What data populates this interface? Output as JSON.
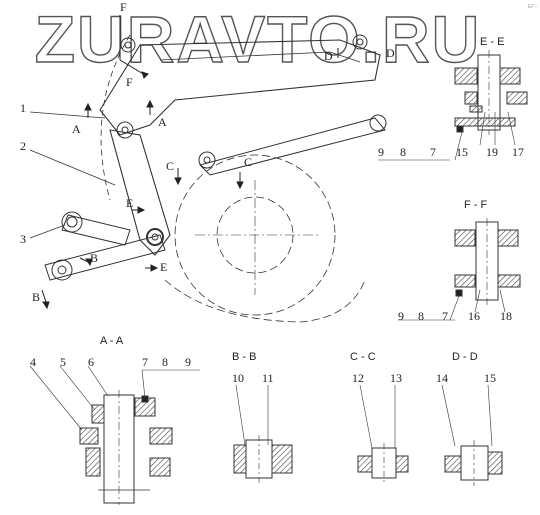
{
  "watermark": {
    "text": "ZURAVTO.RU",
    "corner_mark": "ЕГ◦◦"
  },
  "parts": {
    "p1": "1",
    "p2": "2",
    "p3": "3",
    "p4": "4",
    "p5": "5",
    "p6": "6",
    "p7": "7",
    "p8": "8",
    "p9": "9",
    "p10": "10",
    "p11": "11",
    "p12": "12",
    "p13": "13",
    "p14": "14",
    "p15": "15",
    "p16": "16",
    "p17": "17",
    "p18": "18",
    "p19": "19"
  },
  "sections": {
    "AA": "A - A",
    "BB": "B - B",
    "CC": "C - C",
    "DD": "D - D",
    "EE": "E - E",
    "FF": "F - F"
  },
  "cut_letters": {
    "A": "A",
    "B": "B",
    "C": "C",
    "D": "D",
    "E": "E",
    "F": "F"
  },
  "colors": {
    "line": "#333333",
    "hatch": "#555555",
    "watermark": "#777777",
    "paper": "#ffffff"
  }
}
